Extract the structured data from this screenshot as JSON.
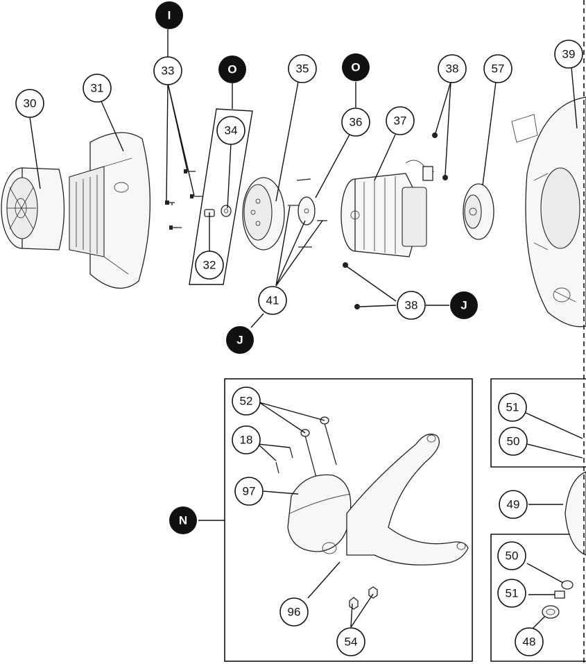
{
  "diagram": {
    "callouts": {
      "c30": "30",
      "c31": "31",
      "c32": "32",
      "c33": "33",
      "c34": "34",
      "c35": "35",
      "c36": "36",
      "c37": "37",
      "c38a": "38",
      "c38b": "38",
      "c57": "57",
      "c39": "39",
      "c41": "41",
      "c52": "52",
      "c18": "18",
      "c97": "97",
      "c96": "96",
      "c54": "54",
      "c51a": "51",
      "c50a": "50",
      "c49": "49",
      "c50b": "50",
      "c51b": "51",
      "c48": "48"
    },
    "refs": {
      "refI": "I",
      "refO1": "O",
      "refO2": "O",
      "refJ1": "J",
      "refJ2": "J",
      "refN": "N"
    }
  }
}
